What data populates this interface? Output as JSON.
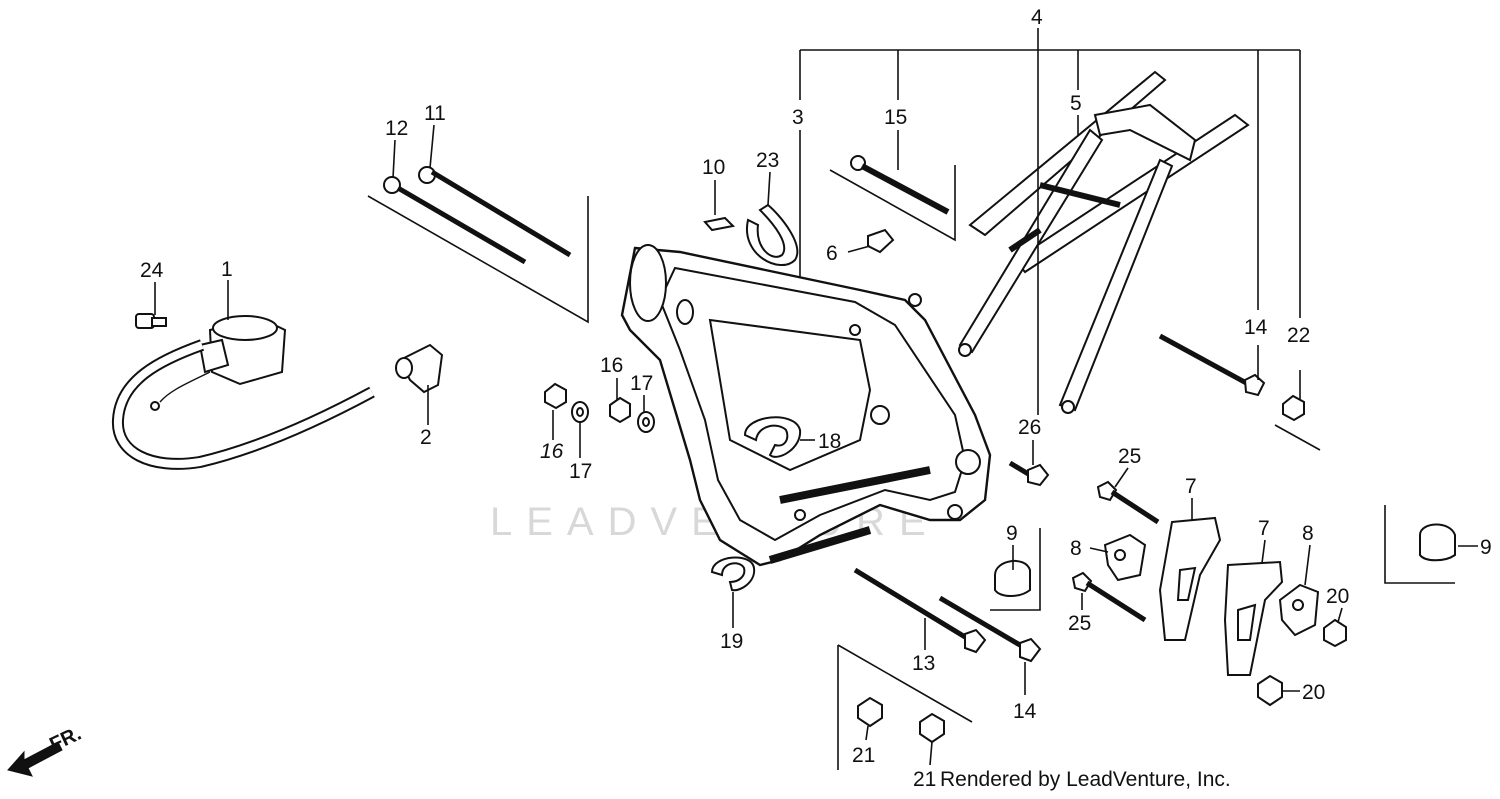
{
  "watermark": "LEADVENTURE",
  "credit": "Rendered by LeadVenture, Inc.",
  "direction_label": "FR.",
  "callouts": {
    "c1": "1",
    "c2": "2",
    "c3": "3",
    "c4": "4",
    "c5": "5",
    "c6": "6",
    "c7a": "7",
    "c7b": "7",
    "c8a": "8",
    "c8b": "8",
    "c9a": "9",
    "c9b": "9",
    "c10": "10",
    "c11": "11",
    "c12": "12",
    "c13": "13",
    "c14a": "14",
    "c14b": "14",
    "c15": "15",
    "c16a": "16",
    "c16b": "16",
    "c17a": "17",
    "c17b": "17",
    "c18": "18",
    "c19": "19",
    "c20a": "20",
    "c20b": "20",
    "c21a": "21",
    "c21b": "21",
    "c22": "22",
    "c23": "23",
    "c24": "24",
    "c25a": "25",
    "c25b": "25",
    "c26": "26"
  }
}
